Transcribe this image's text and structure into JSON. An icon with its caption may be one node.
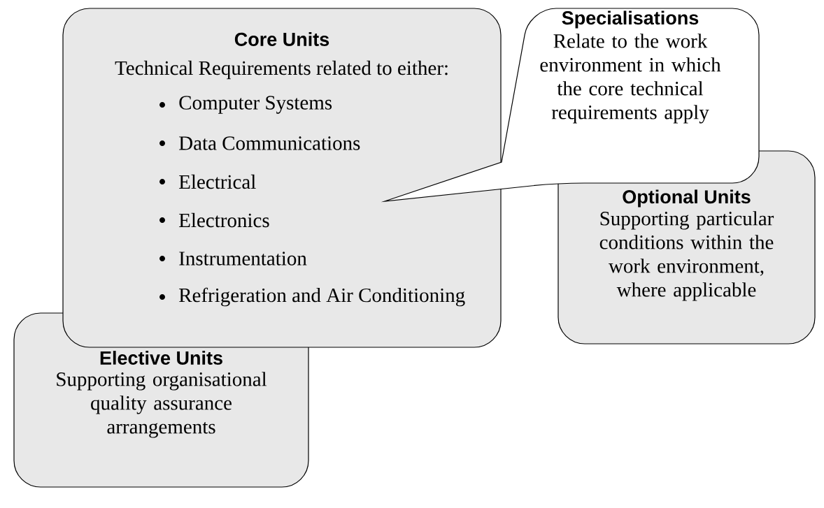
{
  "diagram": {
    "nodes": [
      {
        "text": [
          "Core Units",
          "Technical Requirements related to either:",
          "Computer Systems",
          "Data Communications",
          "Electrical",
          "Electronics",
          "Instrumentation",
          "Refrigeration and Air Conditioning"
        ]
      },
      {
        "text": [
          "Specialisations",
          "Relate to the work environment in which the core technical requirements apply"
        ]
      },
      {
        "text": [
          "Optional Units",
          "Supporting particular conditions within the work environment, where applicable"
        ]
      },
      {
        "text": [
          "Elective Units",
          "Supporting organisational quality assurance arrangements"
        ]
      }
    ]
  }
}
